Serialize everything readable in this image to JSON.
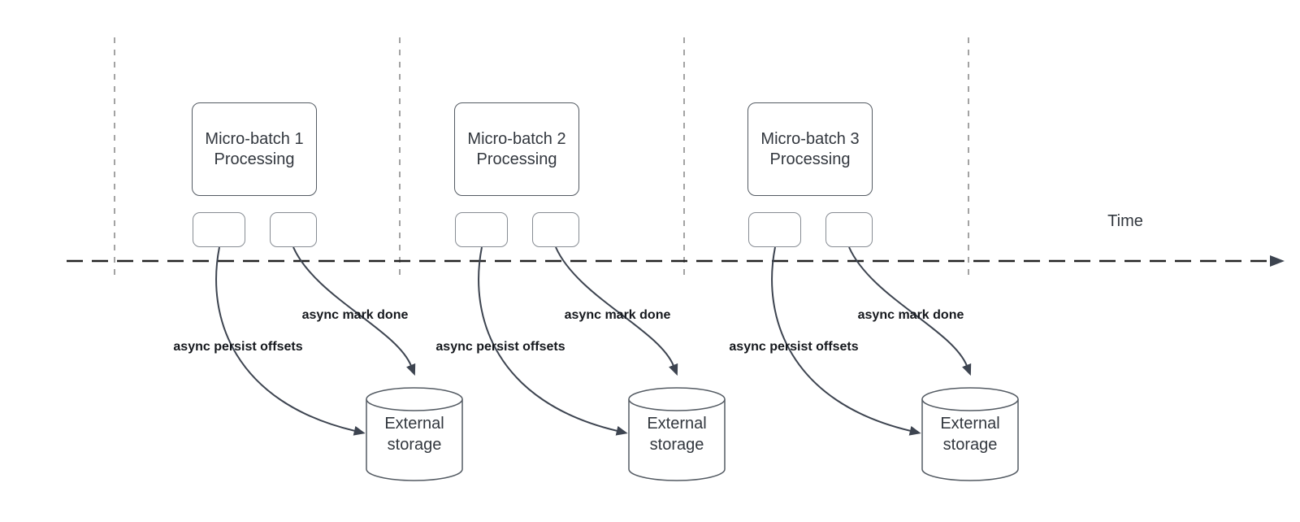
{
  "diagram": {
    "time_label": "Time",
    "groups": [
      {
        "title": "Micro-batch 1 Processing",
        "persist_label": "async persist offsets",
        "mark_done_label": "async mark done",
        "storage_label": "External storage"
      },
      {
        "title": "Micro-batch 2 Processing",
        "persist_label": "async persist offsets",
        "mark_done_label": "async mark done",
        "storage_label": "External storage"
      },
      {
        "title": "Micro-batch 3 Processing",
        "persist_label": "async persist offsets",
        "mark_done_label": "async mark done",
        "storage_label": "External storage"
      }
    ],
    "colors": {
      "background": "#ffffff",
      "shape_stroke": "#545b63",
      "port_stroke": "#878c93",
      "guide_line": "#a3a3a3",
      "axis_line": "#222222",
      "arrow": "#3d4450",
      "shape_text": "#32373e",
      "flow_label_text": "#15181d"
    }
  }
}
